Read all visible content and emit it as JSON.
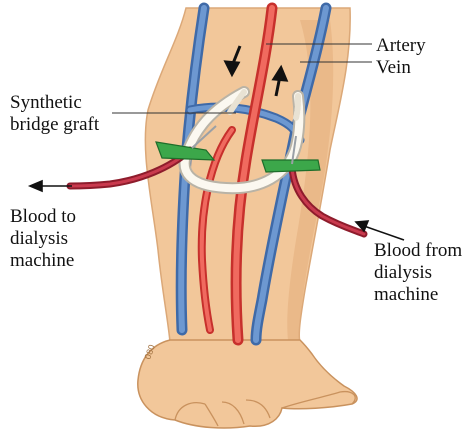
{
  "labels": {
    "artery": "Artery",
    "vein": "Vein",
    "graft": [
      "Synthetic",
      "bridge graft"
    ],
    "blood_to": [
      "Blood to",
      "dialysis",
      "machine"
    ],
    "blood_from": [
      "Blood from",
      "dialysis",
      "machine"
    ]
  },
  "colors": {
    "skin": "#f2c79a",
    "skin_shadow": "#d9a574",
    "artery": "#ee4b43",
    "vein": "#5b86c3",
    "graft": "#fbf8f0",
    "needle_wing": "#3ca74a",
    "tubing": "#b3263b"
  }
}
